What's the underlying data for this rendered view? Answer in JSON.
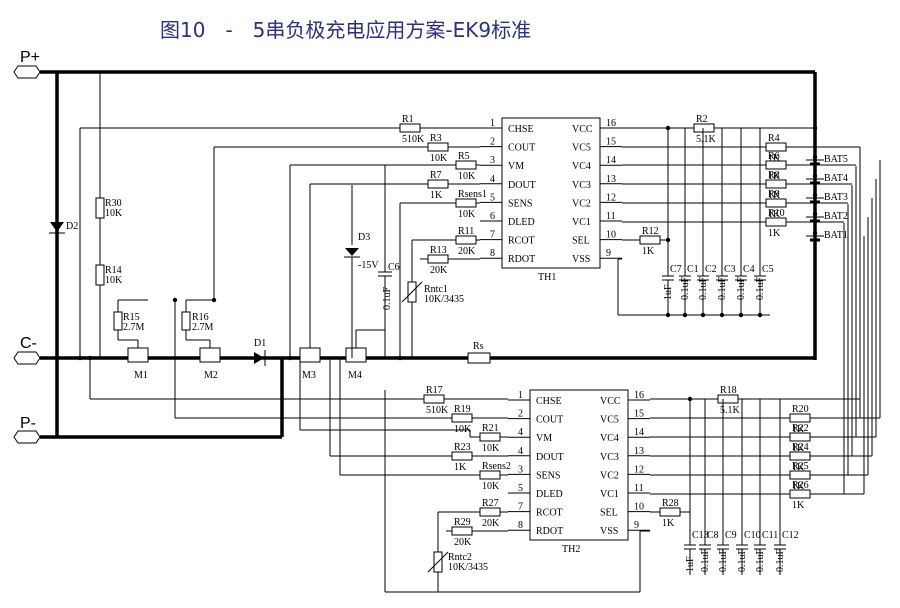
{
  "title": "图10　-　5串负极充电应用方案-EK9标准",
  "terminals": {
    "p_plus": "P+",
    "c_minus": "C-",
    "p_minus": "P-"
  },
  "chip1": {
    "name": "TH1",
    "left_pins": [
      {
        "num": "1",
        "name": "CHSE"
      },
      {
        "num": "2",
        "name": "COUT"
      },
      {
        "num": "3",
        "name": "VM"
      },
      {
        "num": "4",
        "name": "DOUT"
      },
      {
        "num": "5",
        "name": "SENS"
      },
      {
        "num": "6",
        "name": "DLED"
      },
      {
        "num": "7",
        "name": "RCOT"
      },
      {
        "num": "8",
        "name": "RDOT"
      }
    ],
    "right_pins": [
      {
        "num": "16",
        "name": "VCC"
      },
      {
        "num": "15",
        "name": "VC5"
      },
      {
        "num": "14",
        "name": "VC4"
      },
      {
        "num": "13",
        "name": "VC3"
      },
      {
        "num": "12",
        "name": "VC2"
      },
      {
        "num": "11",
        "name": "VC1"
      },
      {
        "num": "10",
        "name": "SEL"
      },
      {
        "num": "9",
        "name": "VSS"
      }
    ]
  },
  "chip2": {
    "name": "TH2",
    "left_pins": [
      {
        "num": "1",
        "name": "CHSE"
      },
      {
        "num": "2",
        "name": "COUT"
      },
      {
        "num": "4",
        "name": "VM"
      },
      {
        "num": "4",
        "name": "DOUT"
      },
      {
        "num": "3",
        "name": "SENS"
      },
      {
        "num": "5",
        "name": "DLED"
      },
      {
        "num": "7",
        "name": "RCOT"
      },
      {
        "num": "8",
        "name": "RDOT"
      }
    ],
    "right_pins": [
      {
        "num": "16",
        "name": "VCC"
      },
      {
        "num": "15",
        "name": "VC5"
      },
      {
        "num": "14",
        "name": "VC4"
      },
      {
        "num": "13",
        "name": "VC3"
      },
      {
        "num": "12",
        "name": "VC2"
      },
      {
        "num": "11",
        "name": "VC1"
      },
      {
        "num": "10",
        "name": "SEL"
      },
      {
        "num": "9",
        "name": "VSS"
      }
    ]
  },
  "resistors_top": [
    {
      "ref": "R1",
      "val": "510K"
    },
    {
      "ref": "R3",
      "val": "10K"
    },
    {
      "ref": "R5",
      "val": "10K"
    },
    {
      "ref": "R7",
      "val": "1K"
    },
    {
      "ref": "Rsens1",
      "val": "10K"
    },
    {
      "ref": "R11",
      "val": "20K"
    },
    {
      "ref": "R13",
      "val": "20K"
    },
    {
      "ref": "R2",
      "val": "5.1K"
    },
    {
      "ref": "R4",
      "val": "1K"
    },
    {
      "ref": "R6",
      "val": "1K"
    },
    {
      "ref": "R8",
      "val": "1K"
    },
    {
      "ref": "R9",
      "val": "1K"
    },
    {
      "ref": "R10",
      "val": "1K"
    },
    {
      "ref": "R12",
      "val": "1K"
    }
  ],
  "resistors_bottom": [
    {
      "ref": "R17",
      "val": "510K"
    },
    {
      "ref": "R19",
      "val": "10K"
    },
    {
      "ref": "R21",
      "val": "10K"
    },
    {
      "ref": "R23",
      "val": "1K"
    },
    {
      "ref": "Rsens2",
      "val": "10K"
    },
    {
      "ref": "R27",
      "val": "20K"
    },
    {
      "ref": "R29",
      "val": "20K"
    },
    {
      "ref": "R18",
      "val": "5.1K"
    },
    {
      "ref": "R20",
      "val": "1K"
    },
    {
      "ref": "R22",
      "val": "1K"
    },
    {
      "ref": "R24",
      "val": "1K"
    },
    {
      "ref": "R25",
      "val": "1K"
    },
    {
      "ref": "R26",
      "val": "1K"
    },
    {
      "ref": "R28",
      "val": "1K"
    }
  ],
  "left_parts": {
    "r30": "R30",
    "r30_val": "10K",
    "r14": "R14",
    "r14_val": "10K",
    "r15": "R15",
    "r15_val": "2.7M",
    "r16": "R16",
    "r16_val": "2.7M",
    "d2": "D2",
    "d1": "D1",
    "d3": "D3",
    "d3_val": "-15V",
    "c6": "C6",
    "c6_val": "0.1uF",
    "rs": "Rs",
    "m1": "M1",
    "m2": "M2",
    "m3": "M3",
    "m4": "M4",
    "rntc1": "Rntc1",
    "rntc1_val": "10K/3435",
    "rntc2": "Rntc2",
    "rntc2_val": "10K/3435"
  },
  "caps_top": [
    {
      "ref": "C7",
      "val": "1uF"
    },
    {
      "ref": "C1",
      "val": "0.1uF"
    },
    {
      "ref": "C2",
      "val": "0.1uF"
    },
    {
      "ref": "C3",
      "val": "0.1uF"
    },
    {
      "ref": "C4",
      "val": "0.1uF"
    },
    {
      "ref": "C5",
      "val": "0.1uF"
    }
  ],
  "caps_bottom": [
    {
      "ref": "C13",
      "val": "1uF"
    },
    {
      "ref": "C8",
      "val": "0.1uF"
    },
    {
      "ref": "C9",
      "val": "0.1uF"
    },
    {
      "ref": "C10",
      "val": "0.1uF"
    },
    {
      "ref": "C11",
      "val": "0.1uF"
    },
    {
      "ref": "C12",
      "val": "0.1uF"
    }
  ],
  "batteries": [
    "BAT5",
    "BAT4",
    "BAT3",
    "BAT2",
    "BAT1"
  ]
}
